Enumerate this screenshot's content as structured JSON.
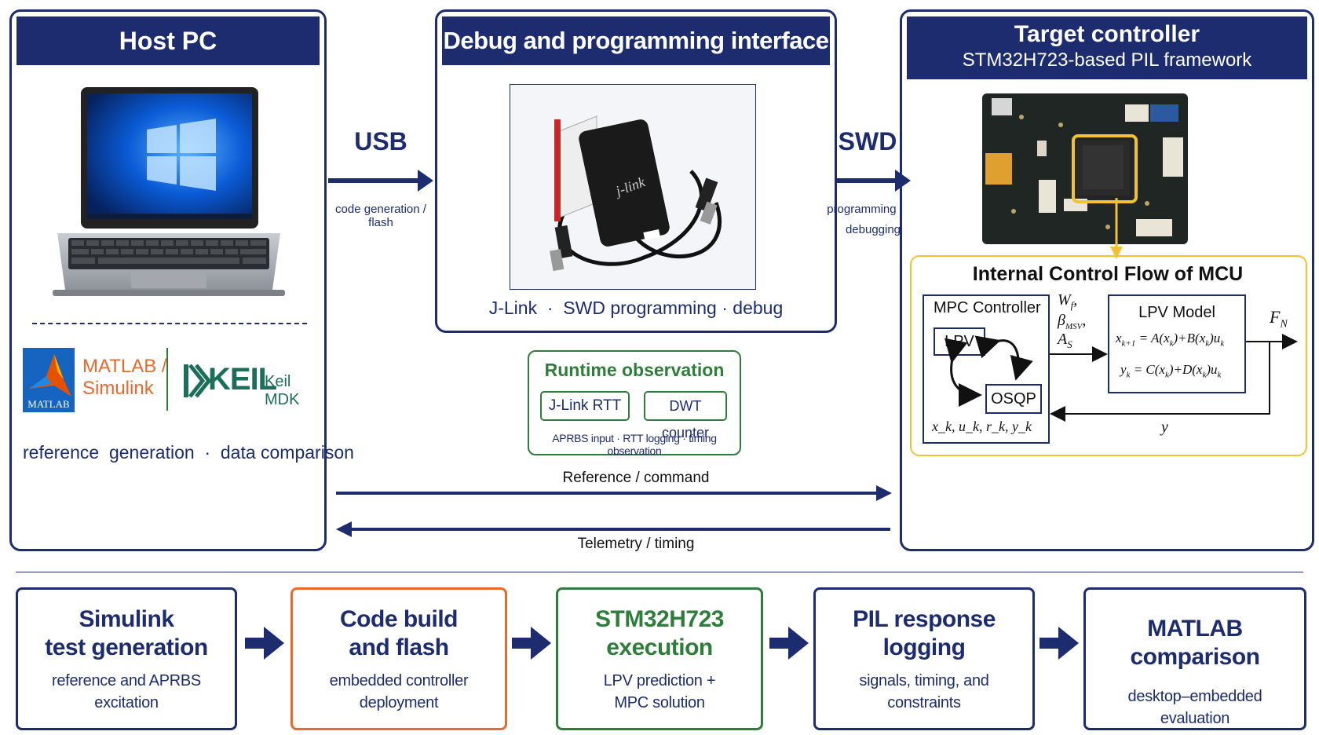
{
  "host": {
    "title": "Host PC",
    "matlab_logo_text": "MATLAB",
    "matlab_label_1": "MATLAB /",
    "matlab_label_2": "Simulink",
    "keil_logo_text": "KEIL",
    "keil_label": "Keil MDK",
    "caption": "reference  generation  ·  data comparison"
  },
  "usb": {
    "label": "USB",
    "sub": "code generation / flash"
  },
  "debug": {
    "title": "Debug and programming interface",
    "probe_text": "j-link",
    "caption": "J-Link  ·  SWD programming · debug"
  },
  "swd": {
    "label": "SWD",
    "sub_1": "programming and",
    "sub_2": "debugging"
  },
  "target": {
    "title": "Target controller",
    "subtitle": "STM32H723-based PIL framework"
  },
  "mcu": {
    "title": "Internal Control Flow of MCU",
    "mpc_label": "MPC Controller",
    "lpv": "LPV",
    "osqp": "OSQP",
    "lpv_model": "LPV Model",
    "in_w": "W",
    "in_w_sub": "f",
    "in_beta": "β",
    "in_beta_sub": "MSV",
    "in_a": "A",
    "in_a_sub": "S",
    "eq1": "x_{k+1} = A(x_k) + B(x_k) u_k",
    "eq2": "y_k = C(x_k) + D(x_k) u_k",
    "out": "F",
    "out_sub": "N",
    "feedback": "y",
    "state_vars": "x_k, u_k, r_k, y_k"
  },
  "runtime": {
    "title": "Runtime observation",
    "chip_1": "J-Link RTT",
    "chip_2": "DWT counter",
    "caption": "APRBS input · RTT logging · timing observation"
  },
  "links": {
    "forward": "Reference / command",
    "backward": "Telemetry / timing"
  },
  "flow": [
    {
      "title_1": "Simulink",
      "title_2": "test generation",
      "sub_1": "reference and APRBS excitation",
      "sub_2": "",
      "border": "#1c2c6e",
      "title_color": "#1c2c6e"
    },
    {
      "title_1": "Code build",
      "title_2": "and flash",
      "sub_1": "embedded controller",
      "sub_2": "deployment",
      "border": "#e8692c",
      "title_color": "#1c2c6e"
    },
    {
      "title_1": "STM32H723",
      "title_2": "execution",
      "sub_1": "LPV prediction +",
      "sub_2": "MPC solution",
      "border": "#2e7d3a",
      "title_color": "#2e7d3a"
    },
    {
      "title_1": "PIL response",
      "title_2": "logging",
      "sub_1": "signals, timing, and",
      "sub_2": "constraints",
      "border": "#1c2c6e",
      "title_color": "#1c2c6e"
    },
    {
      "title_1": "MATLAB comparison",
      "title_2": "",
      "sub_1": "desktop–embedded",
      "sub_2": "evaluation",
      "border": "#1c2c6e",
      "title_color": "#1c2c6e"
    }
  ],
  "colors": {
    "navy": "#1c2c6e",
    "green": "#2e7d3a",
    "orange": "#e8692c",
    "yellow": "#f2c230"
  }
}
